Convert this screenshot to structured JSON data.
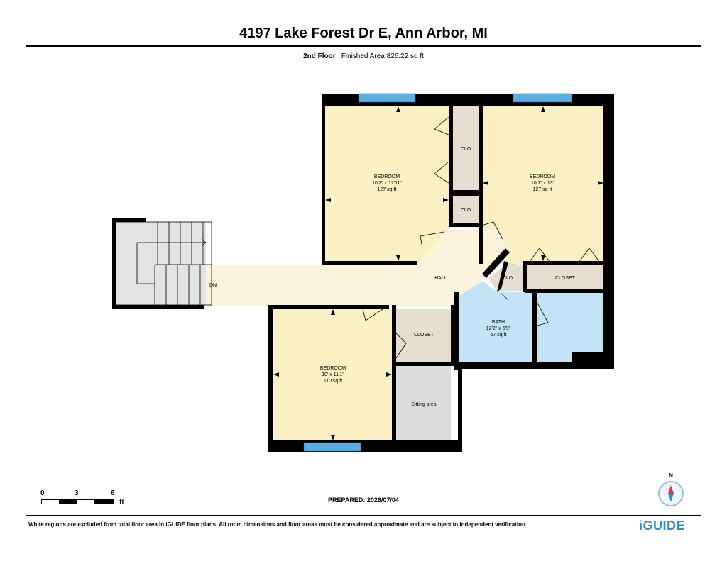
{
  "header": {
    "title": "4197 Lake Forest Dr E, Ann Arbor, MI",
    "floor": "2nd Floor",
    "finished_area": "Finished Area 826.22 sq ft"
  },
  "rooms": {
    "bedroom1": {
      "name": "BEDROOM",
      "dims": "10'2\" x 12'11\"",
      "area": "127 sq ft"
    },
    "bedroom2": {
      "name": "BEDROOM",
      "dims": "10'1\" x 13'",
      "area": "127 sq ft"
    },
    "bedroom3": {
      "name": "BEDROOM",
      "dims": "10' x 11'1\"",
      "area": "110 sq ft"
    },
    "bath": {
      "name": "BATH",
      "dims": "12'2\" x 6'9\"",
      "area": "67 sq ft"
    },
    "hall": "HALL",
    "clo1": "CLO",
    "clo2": "CLO",
    "clo3": "CLO",
    "closet1": "CLOSET",
    "closet2": "CLOSET",
    "sitting": "Sitting area",
    "stairs": "DN"
  },
  "scale": {
    "t0": "0",
    "t3": "3",
    "t6": "6",
    "unit": "ft"
  },
  "compass": "N",
  "footer": {
    "prepared": "PREPARED: 2026/07/04",
    "disclaimer": "White regions are excluded from total floor area in iGUIDE floor plans. All room dimensions and floor areas must be considered approximate and are subject to independent verification.",
    "logo": "iGUIDE"
  },
  "colors": {
    "bedroom": "#fbf0c4",
    "hall": "#fbf3db",
    "closet": "#e4ddd0",
    "bath": "#c3e3f7",
    "sitting": "#dcdcdc",
    "stairs": "#e3e3e3",
    "window": "#5aaee0",
    "wall": "#000000"
  }
}
